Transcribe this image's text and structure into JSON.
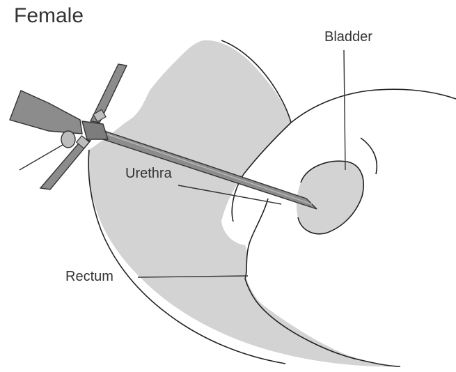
{
  "title": "Female",
  "labels": {
    "bladder": "Bladder",
    "urethra": "Urethra",
    "rectum": "Rectum"
  },
  "colors": {
    "tissue_fill": "#d3d3d3",
    "outline": "#222222",
    "instrument_fill": "#8c8c8c",
    "instrument_outline": "#333333",
    "text": "#333333"
  }
}
